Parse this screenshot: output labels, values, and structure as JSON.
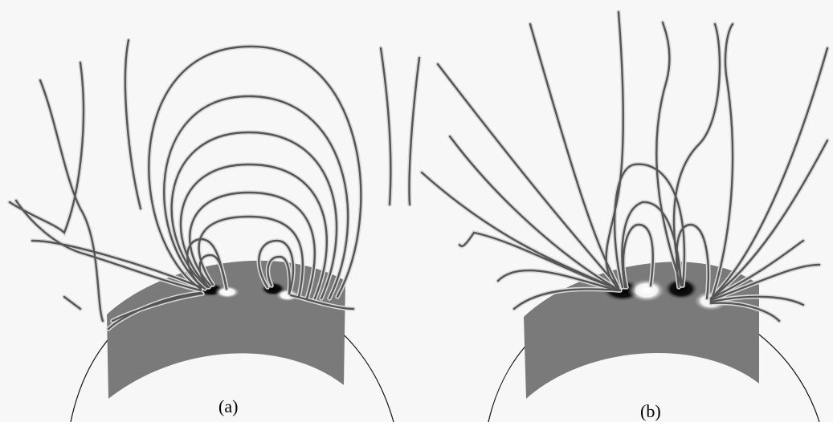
{
  "panels": [
    {
      "id": "a",
      "label": "(a)"
    },
    {
      "id": "b",
      "label": "(b)"
    }
  ],
  "colors": {
    "background": "#f7f7f7",
    "surface": "#7a7a7a",
    "field_line": "#555555",
    "positive_polarity": "#ffffff",
    "negative_polarity": "#000000"
  }
}
